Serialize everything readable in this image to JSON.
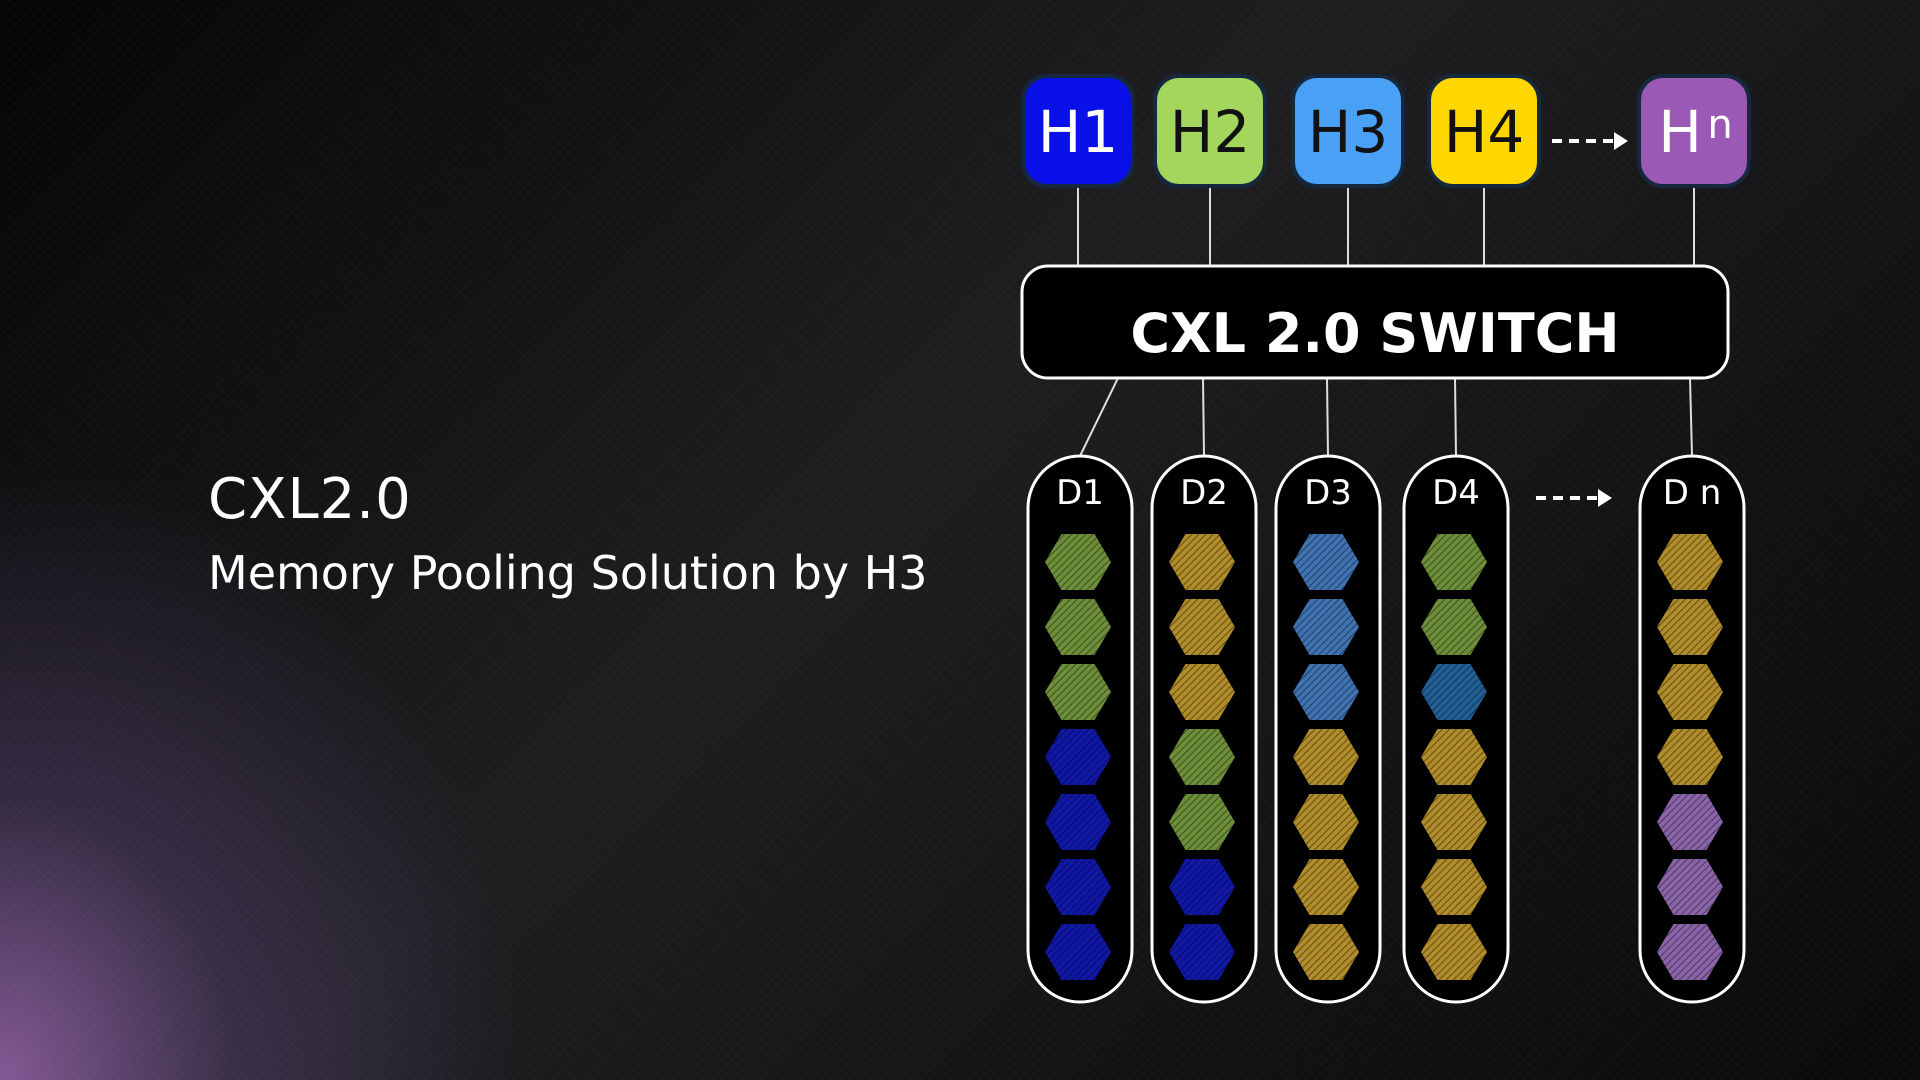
{
  "title": "CXL2.0",
  "subtitle": "Memory Pooling Solution by H3",
  "switch_label": "CXL 2.0 SWITCH",
  "colors": {
    "blue": "#0a10e8",
    "green": "#a4d65e",
    "lightblue": "#4aa0f5",
    "yellow": "#ffd700",
    "purple": "#9b59b6",
    "hex_green": "#6e8f3a",
    "hex_gold": "#b08d2a",
    "hex_lightblue": "#3f72b0",
    "hex_teal": "#215f95",
    "hex_navy": "#1018a8",
    "hex_purple": "#8a64a8"
  },
  "hosts": [
    {
      "label": "H1",
      "sub": "",
      "color": "blue"
    },
    {
      "label": "H2",
      "sub": "",
      "color": "green"
    },
    {
      "label": "H3",
      "sub": "",
      "color": "lightblue"
    },
    {
      "label": "H4",
      "sub": "",
      "color": "yellow"
    },
    {
      "label": "H",
      "sub": "n",
      "color": "purple"
    }
  ],
  "devices": [
    {
      "label": "D1",
      "slots": [
        "hex_green",
        "hex_green",
        "hex_green",
        "hex_navy",
        "hex_navy",
        "hex_navy",
        "hex_navy"
      ]
    },
    {
      "label": "D2",
      "slots": [
        "hex_gold",
        "hex_gold",
        "hex_gold",
        "hex_green",
        "hex_green",
        "hex_navy",
        "hex_navy"
      ]
    },
    {
      "label": "D3",
      "slots": [
        "hex_lightblue",
        "hex_lightblue",
        "hex_lightblue",
        "hex_gold",
        "hex_gold",
        "hex_gold",
        "hex_gold"
      ]
    },
    {
      "label": "D4",
      "slots": [
        "hex_green",
        "hex_green",
        "hex_teal",
        "hex_gold",
        "hex_gold",
        "hex_gold",
        "hex_gold"
      ]
    },
    {
      "label": "D n",
      "slots": [
        "hex_gold",
        "hex_gold",
        "hex_gold",
        "hex_gold",
        "hex_purple",
        "hex_purple",
        "hex_purple"
      ]
    }
  ]
}
